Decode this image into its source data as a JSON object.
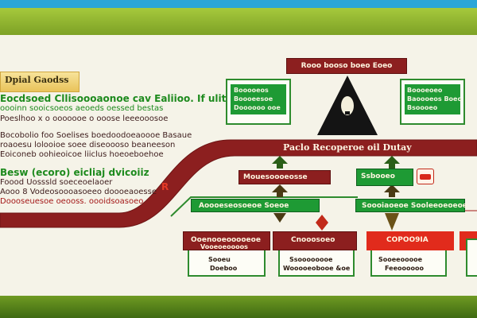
{
  "header": {
    "tag_label": "Dpial Gaodss"
  },
  "left_text": {
    "block1": [
      "Eocdsoed Cllisoooaonoe cav Ealiioo. If ulitt",
      "oooinn sooicsoeos aeoeds oessed bestas",
      "Poeslhoo x o ooooooe o ooose leeeooosoe"
    ],
    "block2": [
      "Bocobolio foo Soelises boedoodoeaoooe Basaue",
      "roaoesu lolooioe soee diseoooso beaneeson",
      "Eoiconeb oohieoicoe liiclus hoeoeboehoe"
    ],
    "block3_heading": "Besw (ecoro) eicliaj dvicoiiz",
    "block3": [
      "Foood Uosssld soeceoelaoer",
      "Aooo 8 Vodeosoooasoeeo doooeaoesse",
      "Doooseuesoe oeooss. oooidsoasoeo"
    ]
  },
  "diagram": {
    "top_label": "Rooo booso boeo Eoeo",
    "left_square": [
      "Booooeos",
      "Boooeesoe",
      "Doooooo ooe"
    ],
    "right_square": [
      "Boooeoeo",
      "Baoooeos Boeo",
      "Bsoooeo"
    ],
    "banner_title": "Paclo Recoperoe oil Dutay",
    "mid_left_box": "Mouesoooeosse",
    "mid_right_box": "Ssbooeo",
    "green_bar_left": "Aoooeseosoeoe Soeoe",
    "green_bar_right": "Soooiaoeoe Sooleeoeoeoe",
    "bottom_boxes": [
      {
        "head": "Ooenooeooooeoe",
        "sub": [
          "Vooeoeoooos",
          "Sooeu",
          "Doeboo"
        ]
      },
      {
        "head": "Cnooosoeo",
        "sub": [
          "Ssoooooooe",
          "Wooooeobooe &oe"
        ]
      },
      {
        "head": "COPOO9IA",
        "sub": [
          "Sooeeooooe",
          "Feeoooooo"
        ]
      }
    ],
    "red_marker": "R",
    "icon_note": "badge"
  },
  "colors": {
    "dark_red": "#8c1f1f",
    "bright_red": "#e12b1c",
    "green": "#1e9a34",
    "light_green": "#a6c93c",
    "sky_blue": "#2aa6d8",
    "cream": "#f5f3e8"
  }
}
